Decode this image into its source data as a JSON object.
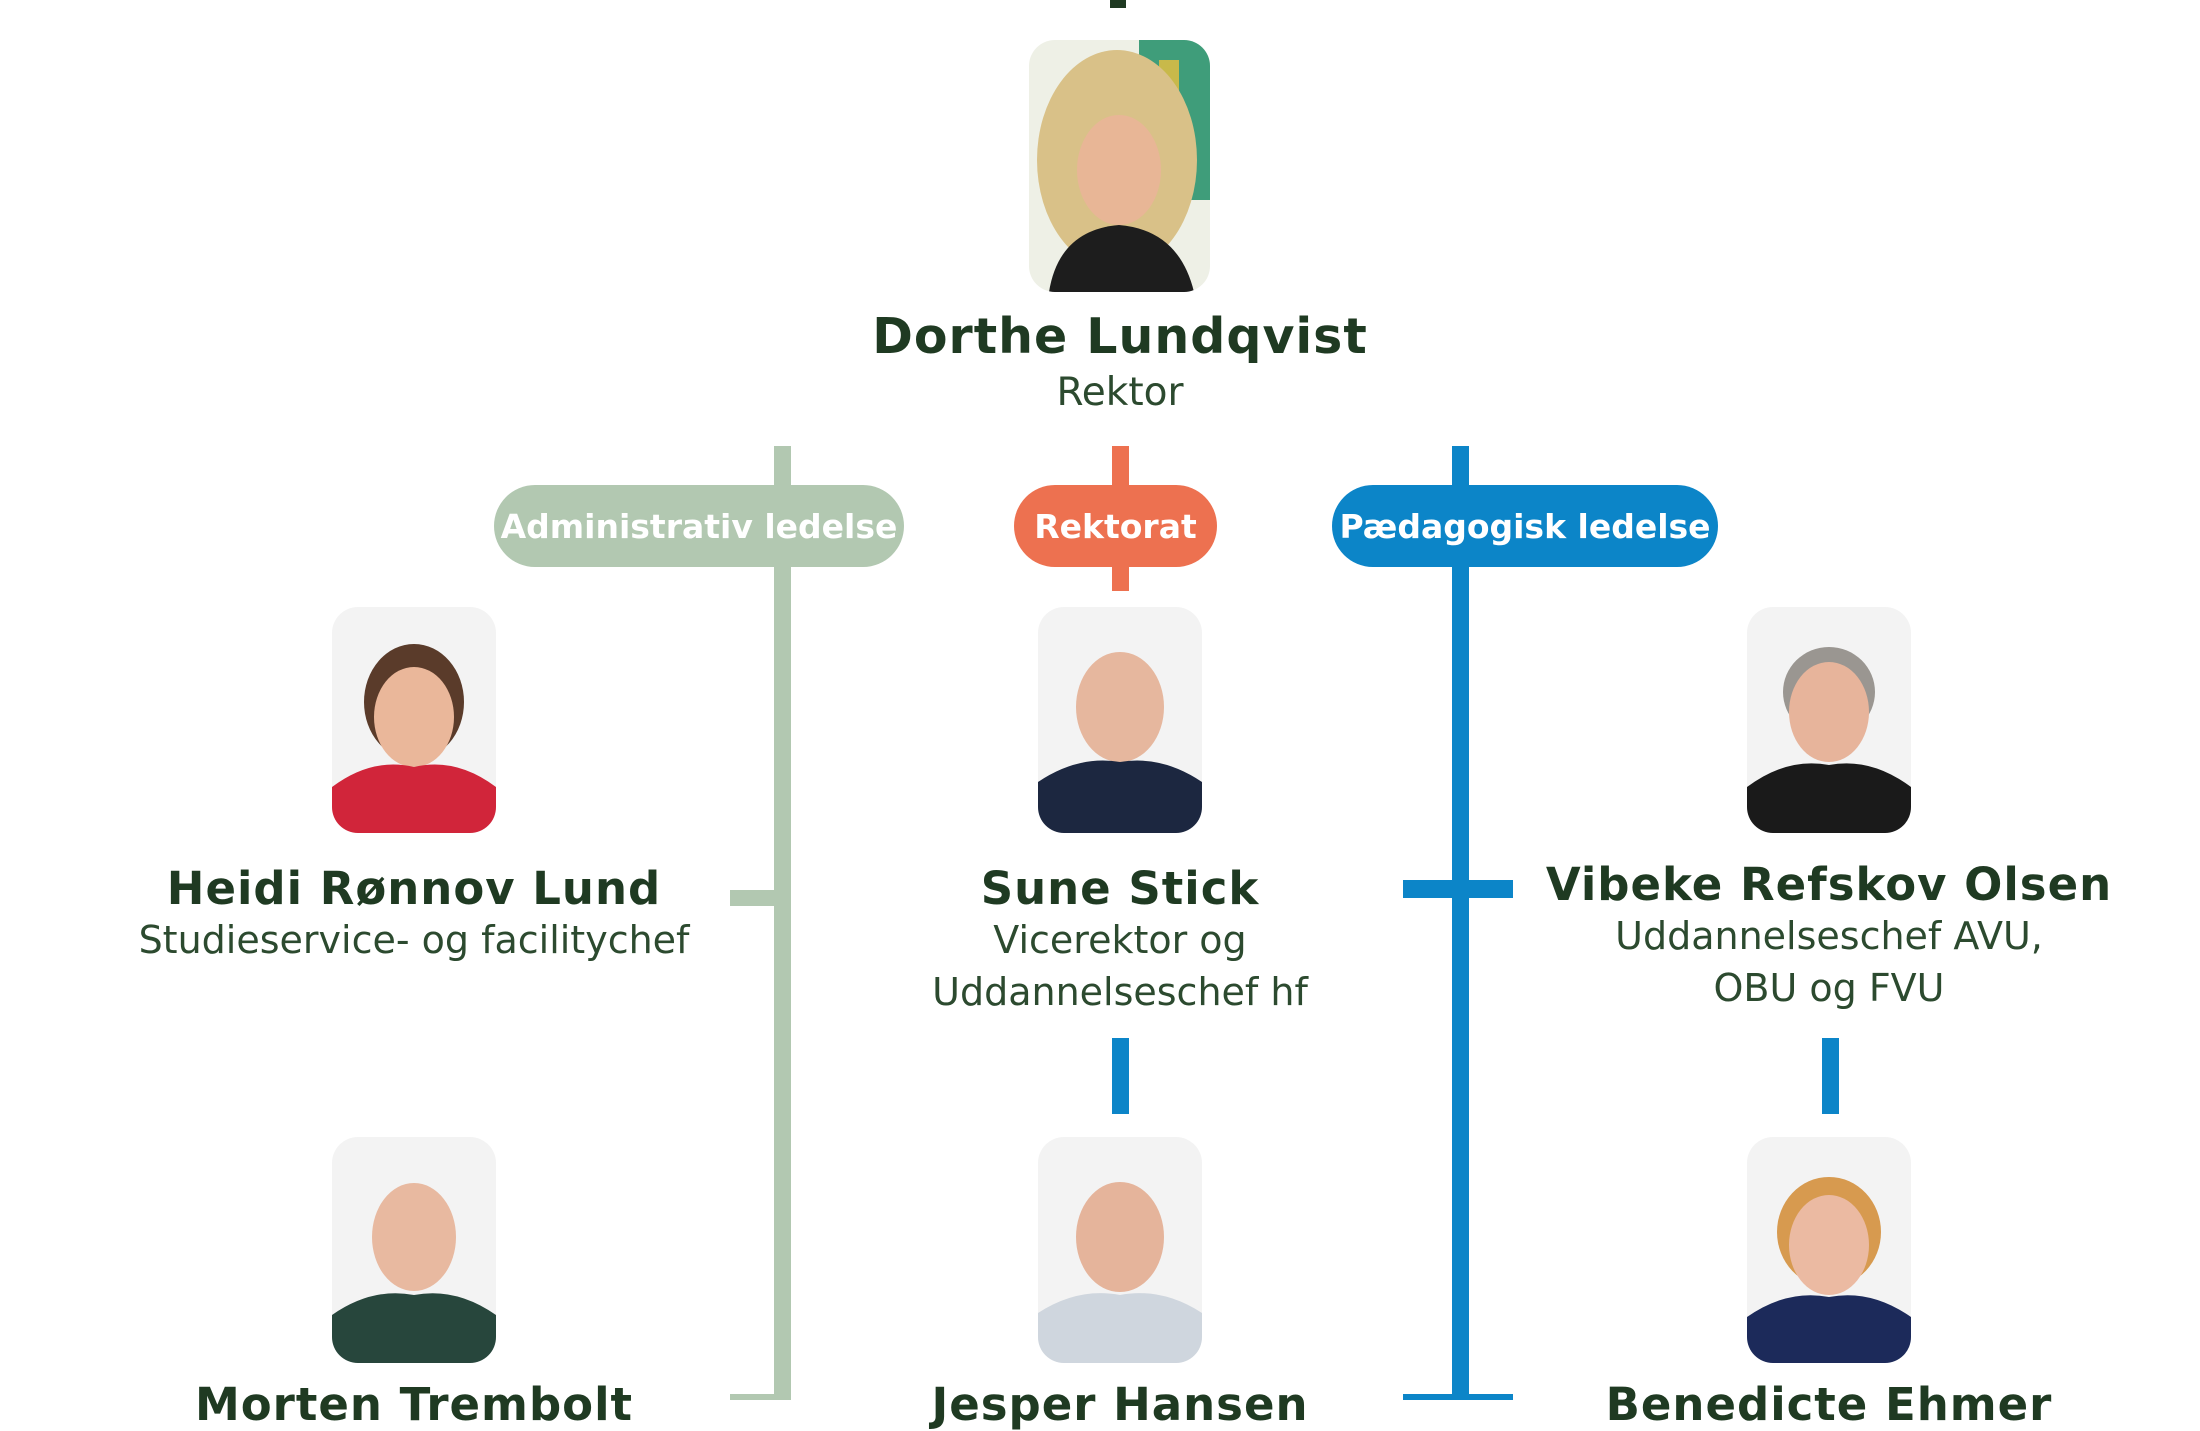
{
  "colors": {
    "admin": "#b2c8b1",
    "rektorat": "#ed7150",
    "paedagogisk": "#0c85c8",
    "name_text": "#1f3a22",
    "role_text": "#2c4a2f"
  },
  "top": {
    "name": "Dorthe Lundqvist",
    "role": "Rektor",
    "photo_icon": "person-photo-icon"
  },
  "branches": {
    "admin": "Administrativ ledelse",
    "rektorat": "Rektorat",
    "paedagogisk": "Pædagogisk ledelse"
  },
  "people": {
    "heidi": {
      "name": "Heidi Rønnov Lund",
      "role_line1": "Studieservice- og facilitychef"
    },
    "sune": {
      "name": "Sune Stick",
      "role_line1": "Vicerektor og",
      "role_line2": "Uddannelseschef hf"
    },
    "vibeke": {
      "name": "Vibeke Refskov Olsen",
      "role_line1": "Uddannelseschef AVU,",
      "role_line2": "OBU og FVU"
    },
    "morten": {
      "name": "Morten Trembolt"
    },
    "jesper": {
      "name": "Jesper Hansen"
    },
    "benedicte": {
      "name": "Benedicte Ehmer"
    }
  }
}
